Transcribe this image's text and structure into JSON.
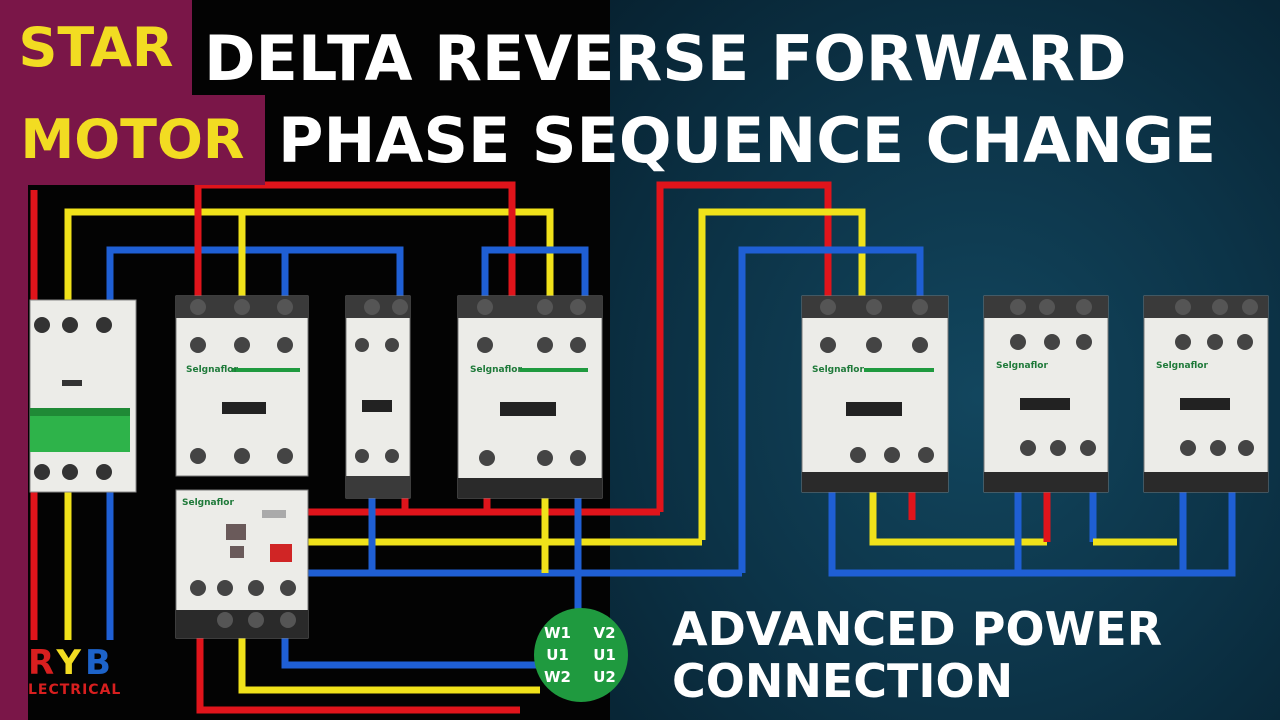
{
  "title": {
    "star": "STAR",
    "motor": "MOTOR",
    "line1": "DELTA REVERSE FORWARD",
    "line2": "PHASE SEQUENCE CHANGE"
  },
  "subtitle": {
    "line1": "ADVANCED POWER",
    "line2": "CONNECTION"
  },
  "terminal_badge": [
    "W1",
    "V2",
    "U1",
    "U1",
    "W2",
    "U2"
  ],
  "contactor_brand": "Selgnaflor",
  "logo": {
    "text": "RYB",
    "sub": "LECTRICAL"
  },
  "colors": {
    "red_phase": "#e0141b",
    "yellow_phase": "#f0e21a",
    "blue_phase": "#1f5fd4",
    "accent_magenta": "#7a1648",
    "title_yellow": "#f2dc22",
    "badge_green": "#1f9a3f"
  }
}
